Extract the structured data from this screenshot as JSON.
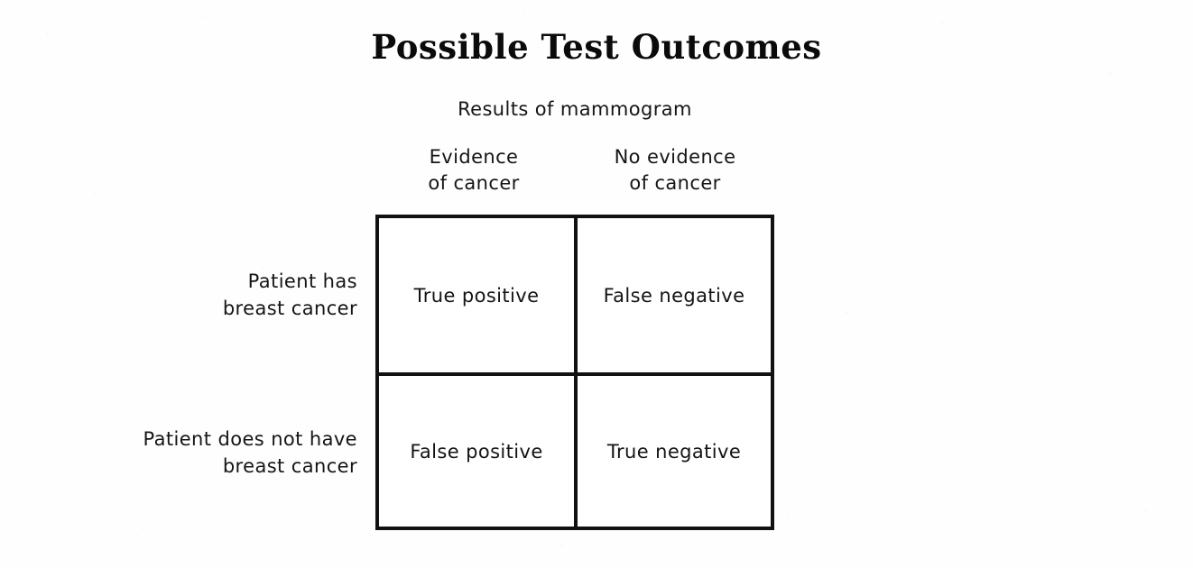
{
  "title": "Possible Test Outcomes",
  "column_group_heading": "Results of mammogram",
  "columns": [
    {
      "line1": "Evidence",
      "line2": "of cancer"
    },
    {
      "line1": "No evidence",
      "line2": "of cancer"
    }
  ],
  "rows": [
    {
      "line1": "Patient has",
      "line2": "breast cancer"
    },
    {
      "line1": "Patient does not have",
      "line2": "breast cancer"
    }
  ],
  "cells": {
    "r0c0": "True positive",
    "r0c1": "False negative",
    "r1c0": "False positive",
    "r1c1": "True negative"
  },
  "colors": {
    "ink": "#111111",
    "paper": "#fefefe"
  },
  "chart_data": {
    "type": "table",
    "title": "Possible Test Outcomes",
    "xlabel": "Results of mammogram",
    "ylabel": "",
    "categories": [
      "Evidence of cancer",
      "No evidence of cancer"
    ],
    "row_categories": [
      "Patient has breast cancer",
      "Patient does not have breast cancer"
    ],
    "values": [
      [
        "True positive",
        "False negative"
      ],
      [
        "False positive",
        "True negative"
      ]
    ],
    "grid": true,
    "legend": "none"
  }
}
